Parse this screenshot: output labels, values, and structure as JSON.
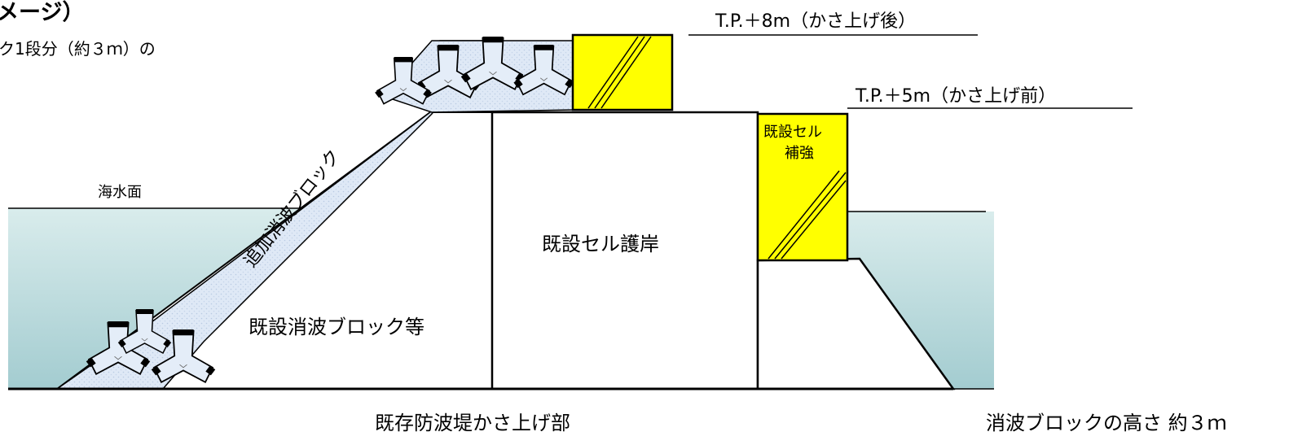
{
  "header": {
    "title_fragment": "メージ）",
    "subtitle_fragment": "ク1段分（約３ｍ）の"
  },
  "levels": {
    "after_raise": "T.P.＋8m（かさ上げ後）",
    "before_raise": "T.P.＋5m（かさ上げ前）"
  },
  "labels": {
    "sea_surface": "海水面",
    "additional_blocks": "追加消波ブロック",
    "existing_cell_revetment": "既設セル護岸",
    "existing_blocks": "既設消波ブロック等",
    "cell_reinforcement_line1": "既設セル",
    "cell_reinforcement_line2": "補強"
  },
  "captions": {
    "raised_section": "既存防波堤かさ上げ部",
    "block_height": "消波ブロックの高さ 約３ｍ"
  },
  "colors": {
    "reinforcement_fill": "#ffff00",
    "water_top": "#d6eaea",
    "water_bottom": "#a8cfd2",
    "block_fill": "#dde9f6",
    "outline": "#000000"
  }
}
